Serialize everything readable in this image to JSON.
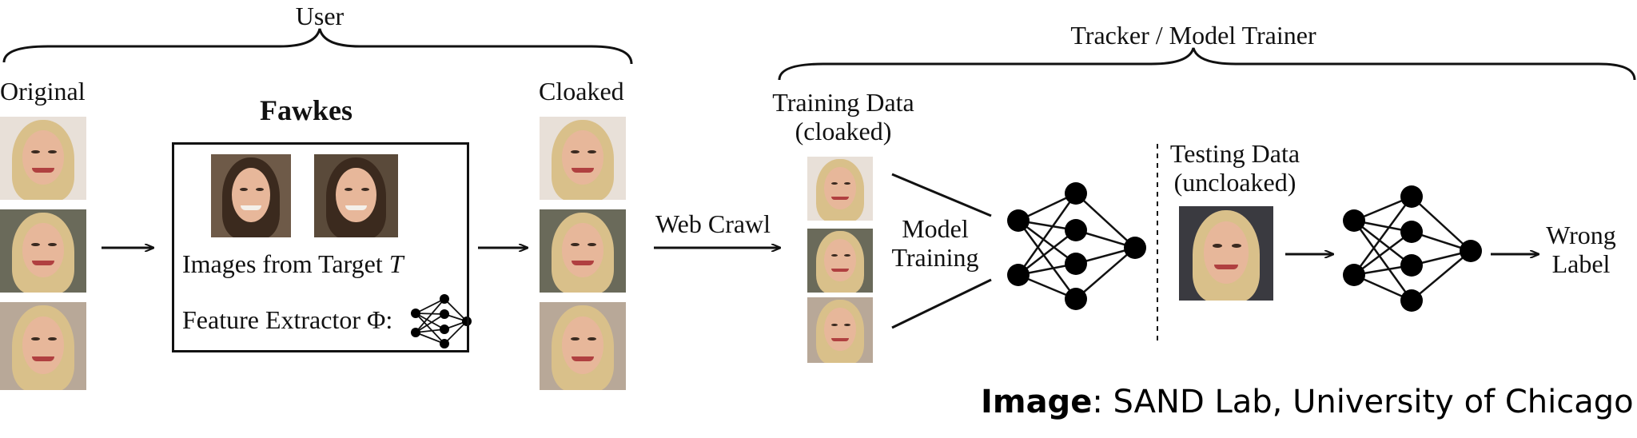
{
  "labels": {
    "user": "User",
    "tracker": "Tracker / Model Trainer",
    "original": "Original",
    "fawkes": "Fawkes",
    "cloaked": "Cloaked",
    "images_from_target": "Images from Target",
    "target_symbol": "T",
    "feature_extractor": "Feature Extractor Φ:",
    "web_crawl": "Web Crawl",
    "training_data_1": "Training Data",
    "training_data_2": "(cloaked)",
    "model_1": "Model",
    "model_2": "Training",
    "testing_data_1": "Testing Data",
    "testing_data_2": "(uncloaked)",
    "wrong": "Wrong",
    "label": "Label"
  },
  "credit": {
    "prefix": "Image",
    "text": ": SAND Lab, University of Chicago"
  },
  "colors": {
    "line": "#111111",
    "node": "#000000",
    "blonde_hair": "#d9c08a",
    "dark_hair": "#3b2a1e",
    "skin": "#e7b79a"
  }
}
